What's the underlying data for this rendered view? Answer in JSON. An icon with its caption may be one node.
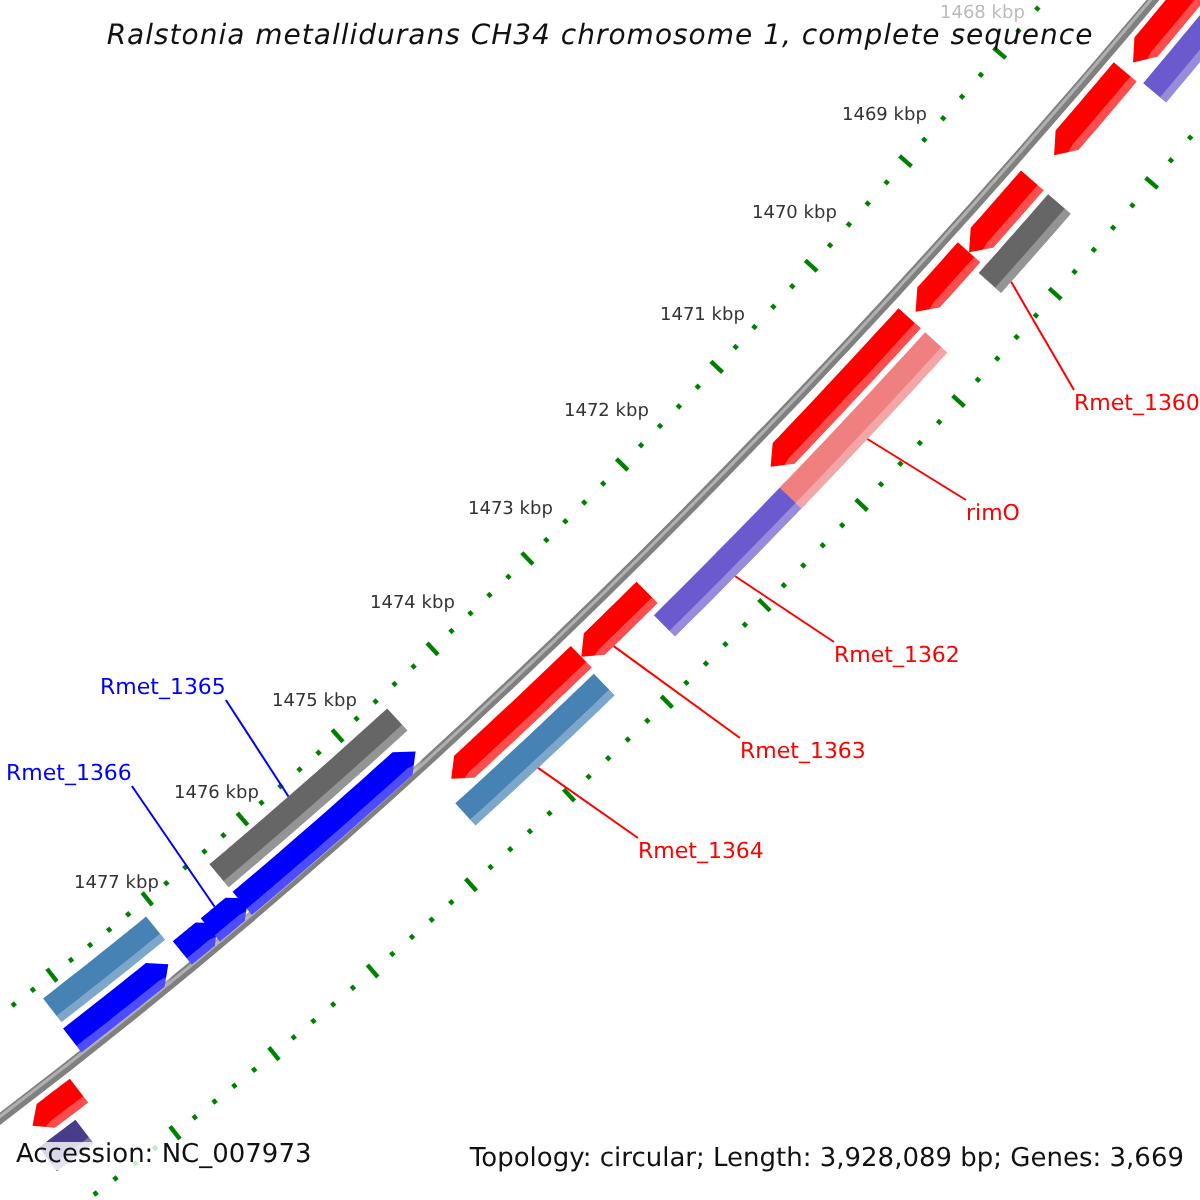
{
  "diagram": {
    "title": "Ralstonia metallidurans CH34 chromosome 1, complete sequence",
    "nodes": [
      {
        "text": [
          "Rmet_1360"
        ]
      },
      {
        "text": [
          "rimO"
        ]
      },
      {
        "text": [
          "Rmet_1362"
        ]
      },
      {
        "text": [
          "Rmet_1363"
        ]
      },
      {
        "text": [
          "Rmet_1364"
        ]
      },
      {
        "text": [
          "Rmet_1365"
        ]
      },
      {
        "text": [
          "Rmet_1366"
        ]
      },
      {
        "text": [],
        "shape": "arrow"
      },
      {
        "text": [],
        "shape": "bar"
      },
      {
        "text": [],
        "shape": "bar"
      },
      {
        "text": [],
        "shape": "arrow"
      },
      {
        "text": [],
        "shape": "arrow"
      },
      {
        "text": [],
        "shape": "arrow"
      },
      {
        "text": [],
        "shape": "bar"
      },
      {
        "text": [],
        "shape": "arrow"
      },
      {
        "text": [],
        "shape": "arrow"
      },
      {
        "text": [],
        "shape": "bar"
      },
      {
        "text": [],
        "shape": "arrow"
      },
      {
        "text": [],
        "shape": "bar"
      },
      {
        "text": [],
        "shape": "arrow"
      },
      {
        "text": [],
        "shape": "bar"
      },
      {
        "text": [],
        "shape": "arrow"
      },
      {
        "text": [],
        "shape": "arrow"
      },
      {
        "text": [],
        "shape": "bar"
      },
      {
        "text": [],
        "shape": "arrow"
      },
      {
        "text": [],
        "shape": "arrow"
      },
      {
        "text": [],
        "shape": "bar"
      }
    ],
    "edges": [
      {
        "from": 0,
        "to": 23,
        "arrow": "none"
      },
      {
        "from": 1,
        "to": 20,
        "arrow": "none"
      },
      {
        "from": 2,
        "to": 18,
        "arrow": "none"
      },
      {
        "from": 3,
        "to": 17,
        "arrow": "none"
      },
      {
        "from": 4,
        "to": 16,
        "arrow": "none"
      },
      {
        "from": 5,
        "to": 13,
        "arrow": "none",
        "color": "#0000ff"
      },
      {
        "from": 6,
        "to": 12,
        "arrow": "none",
        "color": "#0000ff"
      }
    ],
    "labels": [
      "1468 kbp",
      "1469 kbp",
      "1470 kbp",
      "1471 kbp",
      "1472 kbp",
      "1473 kbp",
      "1474 kbp",
      "1475 kbp",
      "1476 kbp",
      "1477 kbp",
      "Accession: NC_007973",
      "Topology: circular; Length: 3,928,089 bp; Genes: 3,669"
    ]
  }
}
